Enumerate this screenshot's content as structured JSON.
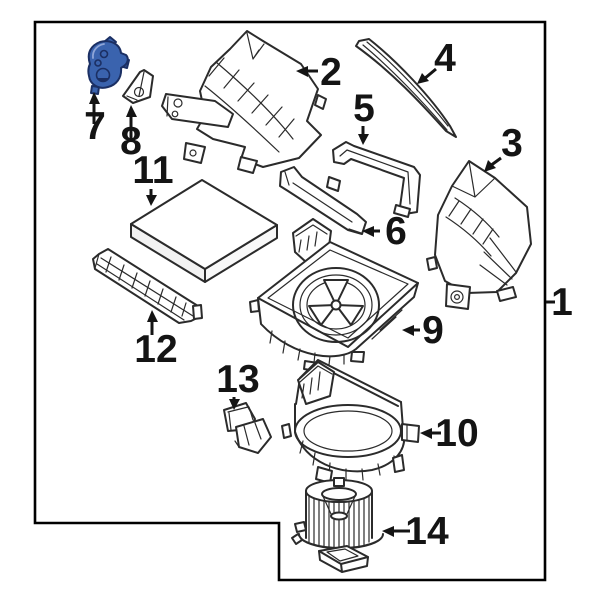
{
  "diagram": {
    "highlighted_callout": "7",
    "colors": {
      "background": "#ffffff",
      "border": "#000000",
      "line": "#2b2b2b",
      "label": "#141414",
      "highlight_fill": "#3a63ae",
      "highlight_stroke": "#1b2f63",
      "highlight_light": "#8fa6d8"
    },
    "callouts": [
      {
        "label": "1"
      },
      {
        "label": "2"
      },
      {
        "label": "3"
      },
      {
        "label": "4"
      },
      {
        "label": "5"
      },
      {
        "label": "6"
      },
      {
        "label": "7"
      },
      {
        "label": "8"
      },
      {
        "label": "9"
      },
      {
        "label": "10"
      },
      {
        "label": "11"
      },
      {
        "label": "12"
      },
      {
        "label": "13"
      },
      {
        "label": "14"
      }
    ]
  }
}
